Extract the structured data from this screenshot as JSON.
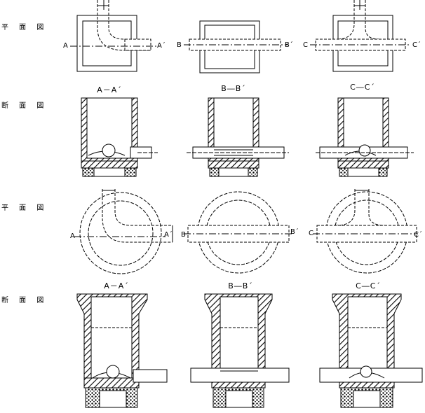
{
  "rows": {
    "square_plan": "平 面 図",
    "square_section": "断 面 図",
    "round_plan": "平 面 図",
    "round_section": "断 面 図"
  },
  "section_titles": {
    "a": "A－A´",
    "b": "B―B´",
    "c": "C―C´",
    "a2": "A－A´",
    "b2": "B―B´",
    "c2": "C―C´"
  },
  "cut_labels": {
    "a_start": "A",
    "a_end": "A´",
    "b_start": "B",
    "b_end": "B´",
    "c_start": "C",
    "c_end": "C´",
    "a2_start": "A",
    "a2_end": "A´",
    "b2_start": "B",
    "b2_end": "B´",
    "c2_start": "C",
    "c2_end": "C´"
  },
  "colors": {
    "line": "#000000",
    "background": "#ffffff",
    "hatch": "#000000"
  },
  "icons": [
    "inspection-chamber-square",
    "inspection-chamber-round",
    "pipe",
    "hatch-wall",
    "gravel-base"
  ]
}
